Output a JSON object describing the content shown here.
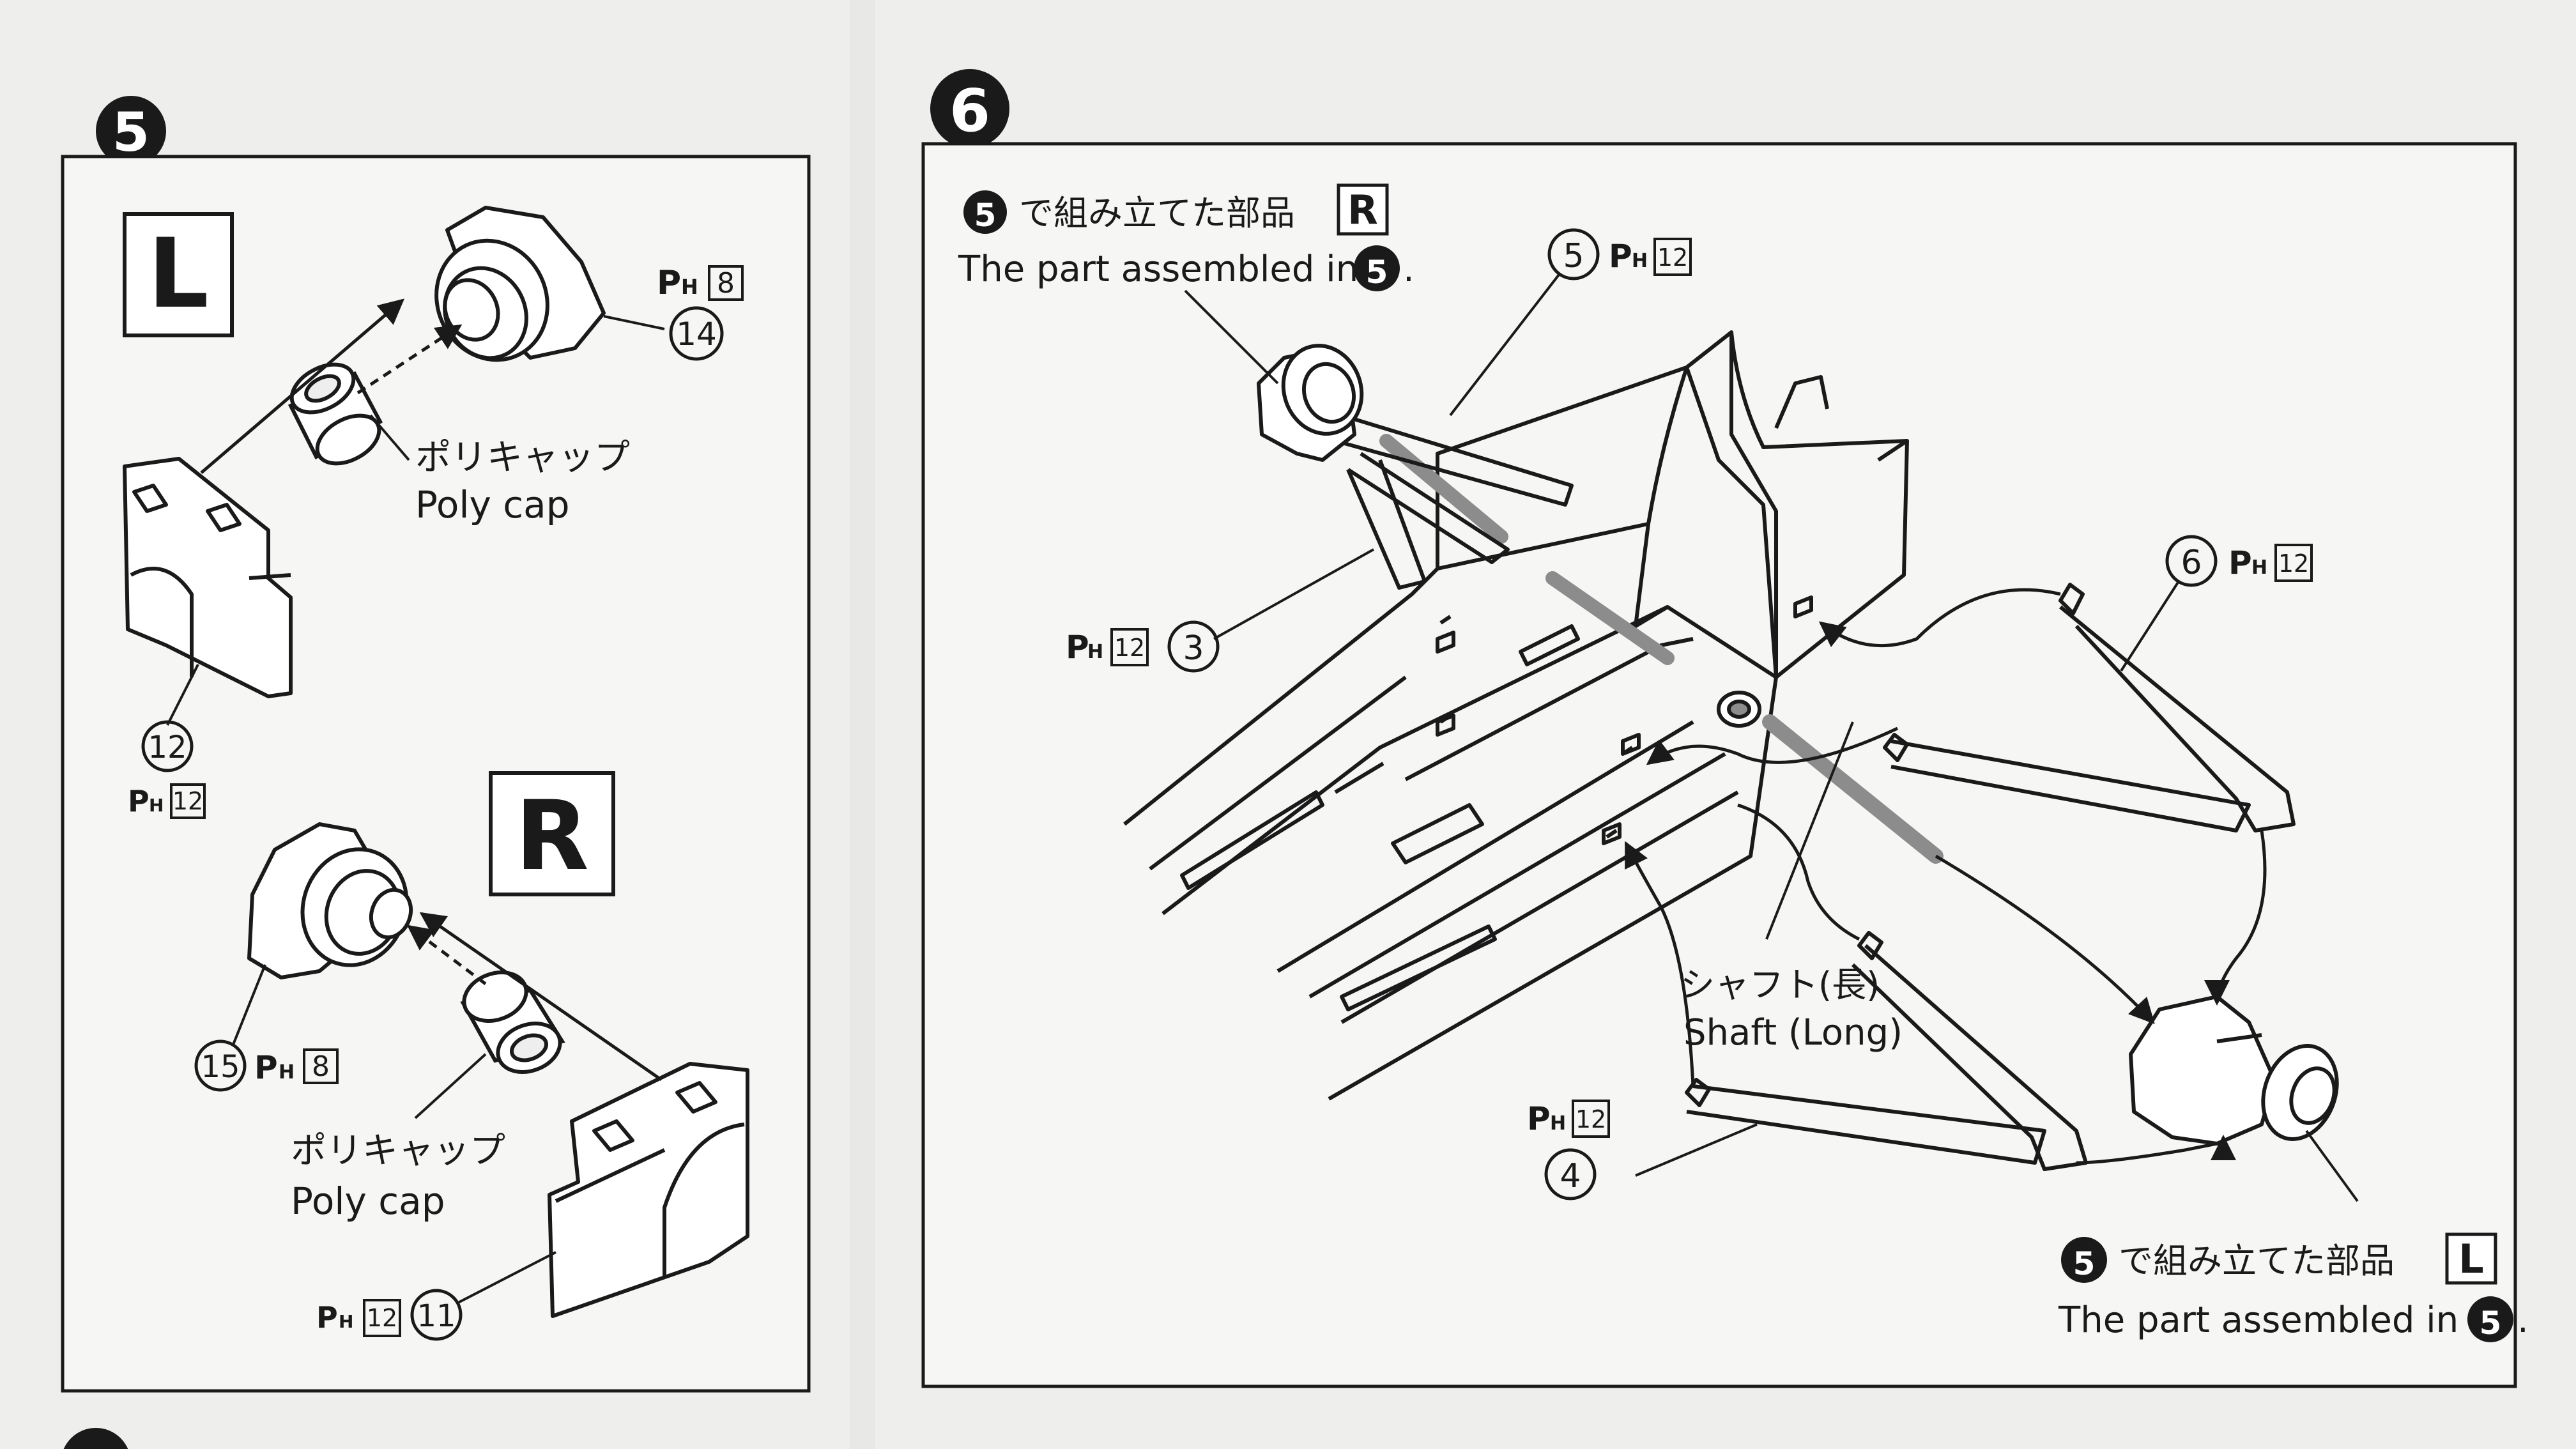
{
  "step5": {
    "number": "5",
    "box_L": "L",
    "box_R": "R",
    "labels": {
      "p8_top": "8",
      "num14": "14",
      "num12": "12",
      "p12_left": "12",
      "polycap_jp_1": "ポリキャップ",
      "polycap_en_1": "Poly cap",
      "num15": "15",
      "p8_bottom": "8",
      "polycap_jp_2": "ポリキャップ",
      "polycap_en_2": "Poly cap",
      "p12_bottom": "12",
      "num11": "11"
    }
  },
  "step6": {
    "number": "6",
    "top_note": {
      "ref": "5",
      "jp": "で組み立てた部品",
      "side": "R",
      "en": "The part assembled in",
      "en_ref": "5",
      "period": "."
    },
    "labels": {
      "num5": "5",
      "p12_5": "12",
      "p12_3": "12",
      "num3": "3",
      "num6": "6",
      "p12_6": "12",
      "shaft_jp": "シャフト(長)",
      "shaft_en": "Shaft (Long)",
      "p12_4": "12",
      "num4": "4"
    },
    "bottom_note": {
      "ref": "5",
      "jp": "で組み立てた部品",
      "side": "L",
      "en": "The part assembled in",
      "en_ref": "5",
      "period": "."
    }
  },
  "colors": {
    "paper": "#eeeeec",
    "ink": "#1a1a1a",
    "panel": "#f6f6f4",
    "shaft": "#8c8c8c"
  }
}
